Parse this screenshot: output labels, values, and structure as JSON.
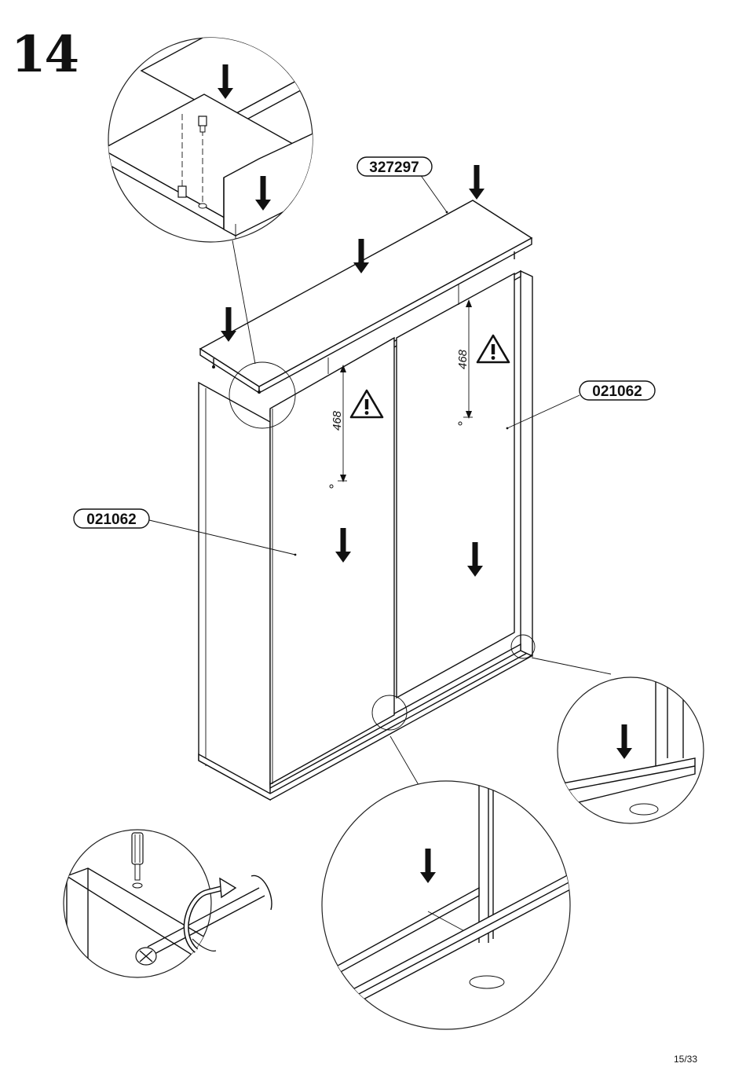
{
  "step": {
    "number": "14"
  },
  "parts": {
    "top_panel": "327297",
    "right_door": "021062",
    "left_door": "021062"
  },
  "dimensions": {
    "left_hole_distance": "468",
    "right_hole_distance": "468"
  },
  "icons": [
    "down-arrow-icon",
    "warning-icon",
    "screwdriver-icon",
    "screw-icon",
    "rotation-arrow-icon"
  ],
  "footer": {
    "page": "15/33"
  }
}
